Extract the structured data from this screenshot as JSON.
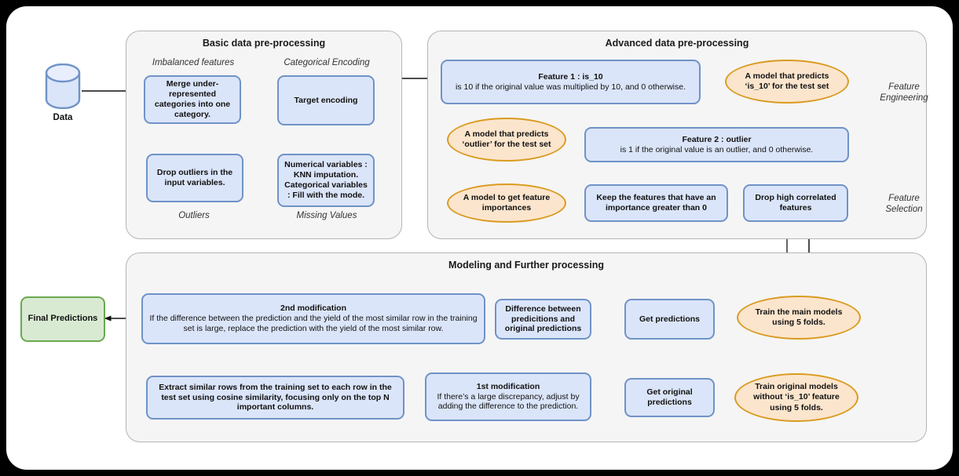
{
  "diagram": {
    "title_hidden": "",
    "source": {
      "label": "Data",
      "icon": "database-cylinder-icon"
    },
    "final": {
      "label": "Final Predictions"
    },
    "sections": [
      {
        "id": "basic",
        "title": "Basic data pre-processing",
        "captions": [
          "Imbalanced features",
          "Categorical Encoding",
          "Outliers",
          "Missing Values"
        ],
        "nodes": [
          {
            "id": "merge",
            "text": "Merge under-represented categories into one category.",
            "bold": true
          },
          {
            "id": "target-encoding",
            "text": "Target encoding",
            "bold": true
          },
          {
            "id": "drop-outliers",
            "text": "Drop outliers in the input variables.",
            "bold": true
          },
          {
            "id": "missing",
            "text": "Numerical variables : KNN imputation. Categorical variables : Fill with the mode.",
            "bold": true
          }
        ]
      },
      {
        "id": "advanced",
        "title": "Advanced data pre-processing",
        "brace_labels": [
          "Feature Engineering",
          "Feature Selection"
        ],
        "nodes": [
          {
            "id": "feature1",
            "title": "Feature 1 : is_10",
            "body": "is 10 if the original value was multiplied by 10, and 0 otherwise."
          },
          {
            "id": "model-is10",
            "text": "A model that predicts ‘is_10’ for the test set",
            "shape": "ellipse"
          },
          {
            "id": "model-outlier",
            "text": "A model that predicts ‘outlier’ for the test set",
            "shape": "ellipse"
          },
          {
            "id": "feature2",
            "title": "Feature 2 : outlier",
            "body": "is 1 if the original value is an outlier, and 0 otherwise."
          },
          {
            "id": "model-importances",
            "text": "A model to get feature importances",
            "shape": "ellipse"
          },
          {
            "id": "keep-features",
            "text": "Keep the features that have an importance greater than 0"
          },
          {
            "id": "drop-correlated",
            "text": "Drop high correlated features"
          }
        ]
      },
      {
        "id": "modeling",
        "title": "Modeling and Further processing",
        "nodes": [
          {
            "id": "mod2",
            "title": "2nd modification",
            "body": "If the difference between the prediction and the yield of the most similar row in the training set is large, replace the prediction with the yield of the most similar row."
          },
          {
            "id": "difference",
            "text": "Difference between predicitions and original predictions"
          },
          {
            "id": "get-predictions",
            "text": "Get predictions"
          },
          {
            "id": "train-main",
            "text": "Train the main models using 5 folds.",
            "shape": "ellipse"
          },
          {
            "id": "extract-similar",
            "text": "Extract similar rows from the training set to each row in the test set using cosine similarity, focusing only on the top N important columns."
          },
          {
            "id": "mod1",
            "title": "1st modification",
            "body": "If there’s a large discrepancy, adjust by adding the difference to the prediction."
          },
          {
            "id": "get-original",
            "text": "Get original predictions"
          },
          {
            "id": "train-original",
            "text": "Train original models without ‘is_10’ feature using 5 folds.",
            "shape": "ellipse"
          }
        ]
      }
    ]
  },
  "colors": {
    "box_fill": "#dbe5f9",
    "box_border": "#6f93c7",
    "ellipse_fill": "#fce5cd",
    "ellipse_border": "#d99b20",
    "final_fill": "#d9ead3",
    "final_border": "#6aa84f",
    "group_fill": "#f5f5f5",
    "group_border": "#b5b5b5",
    "canvas": "#ffffff",
    "page": "#000000",
    "edge": "#111111",
    "edge_gray": "#555555"
  }
}
